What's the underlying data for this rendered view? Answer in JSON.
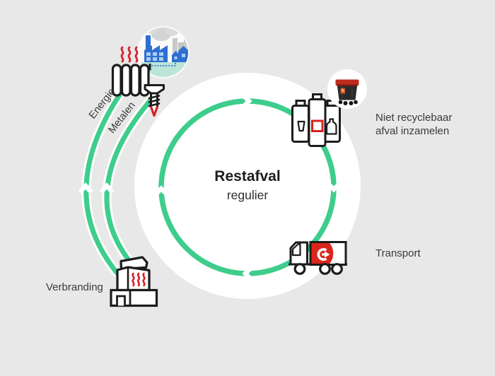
{
  "diagram": {
    "center": {
      "title": "Restafval",
      "subtitle": "regulier"
    },
    "nodes": {
      "collect": {
        "label_line1": "Niet recyclebaar",
        "label_line2": "afval inzamelen"
      },
      "transport": {
        "label": "Transport"
      },
      "incineration": {
        "label": "Verbranding"
      }
    },
    "outputs": {
      "energy": {
        "label": "Energie"
      },
      "metals": {
        "label": "Metalen"
      }
    },
    "flow_direction": "clockwise"
  },
  "colors": {
    "background": "#e8e8e8",
    "cycle_green": "#3ecd8c",
    "accent_red": "#da2128",
    "logo_red": "#d9261c",
    "factory_blue": "#2e6fd0",
    "ground_teal": "#bce5d9",
    "outline_black": "#1c1c1c",
    "text_dark": "#3a3a39",
    "circle_white": "#ffffff"
  },
  "icons": [
    {
      "name": "factory-city-badge-icon",
      "depicts": "factory delivering energy to homes"
    },
    {
      "name": "radiator-icon",
      "depicts": "heating radiator with heat waves"
    },
    {
      "name": "screw-icon",
      "depicts": "metal screw"
    },
    {
      "name": "waste-containers-icon",
      "depicts": "three residual waste containers"
    },
    {
      "name": "rollcontainer-badge-icon",
      "depicts": "red-lid waste roll container"
    },
    {
      "name": "truck-icon",
      "depicts": "collection truck with brand logo"
    },
    {
      "name": "incinerator-building-icon",
      "depicts": "waste incineration plant"
    }
  ]
}
